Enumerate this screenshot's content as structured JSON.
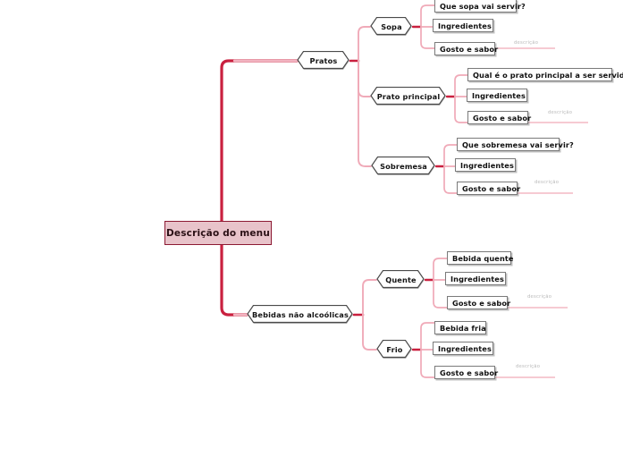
{
  "diagram": {
    "type": "mind-map",
    "title": "Descrição do menu",
    "background_color": "#ffffff",
    "colors": {
      "root_fill": "#e8c3ca",
      "root_border": "#8c1a33",
      "trunk_line": "#c9203f",
      "branch_line": "#f0aab8",
      "node_border": "#7a7a7a",
      "node_fill": "#ffffff",
      "note_text": "#b9b9b9"
    }
  },
  "root": {
    "label": "Descrição do menu"
  },
  "branches": [
    {
      "label": "Pratos",
      "children": [
        {
          "label": "Sopa",
          "leaves": [
            {
              "label": "Que sopa vai servir?",
              "note": ""
            },
            {
              "label": "Ingredientes",
              "note": ""
            },
            {
              "label": "Gosto e sabor",
              "note": "descrição"
            }
          ]
        },
        {
          "label": "Prato principal",
          "leaves": [
            {
              "label": "Qual é o prato principal a ser servido?",
              "note": ""
            },
            {
              "label": "Ingredientes",
              "note": ""
            },
            {
              "label": "Gosto e sabor",
              "note": "descrição"
            }
          ]
        },
        {
          "label": "Sobremesa",
          "leaves": [
            {
              "label": "Que sobremesa vai servir?",
              "note": ""
            },
            {
              "label": "Ingredientes",
              "note": ""
            },
            {
              "label": "Gosto e sabor",
              "note": "descrição"
            }
          ]
        }
      ]
    },
    {
      "label": "Bebidas não alcoólicas",
      "children": [
        {
          "label": "Quente",
          "leaves": [
            {
              "label": "Bebida quente",
              "note": ""
            },
            {
              "label": "Ingredientes",
              "note": ""
            },
            {
              "label": "Gosto e sabor",
              "note": "descrição"
            }
          ]
        },
        {
          "label": "Frio",
          "leaves": [
            {
              "label": "Bebida fria",
              "note": ""
            },
            {
              "label": "Ingredientes",
              "note": ""
            },
            {
              "label": "Gosto e sabor",
              "note": "descrição"
            }
          ]
        }
      ]
    }
  ]
}
